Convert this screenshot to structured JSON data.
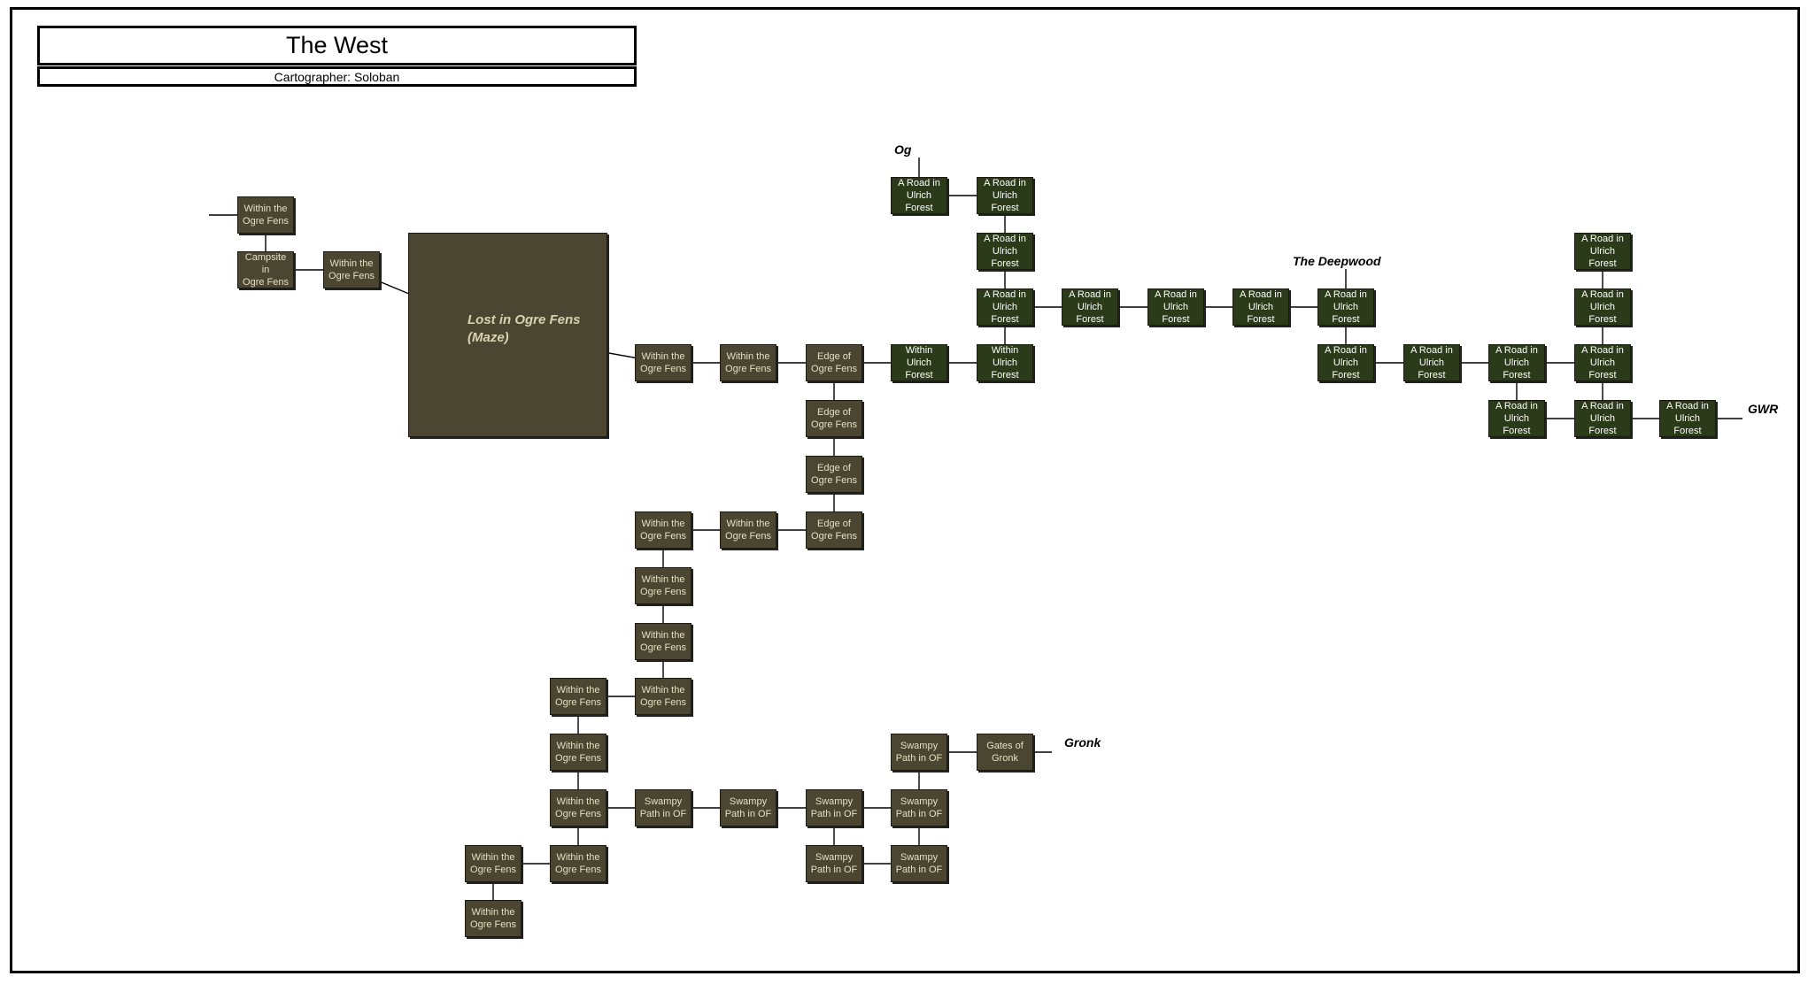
{
  "header": {
    "title": "The West",
    "subtitle": "Cartographer: Soloban"
  },
  "colors": {
    "fen": "#4a4631",
    "forest": "#2b3a18",
    "fen_text": "#e6dfc2",
    "forest_text": "#ffffff"
  },
  "labels": {
    "og": "Og",
    "deepwood": "The Deepwood",
    "gwr": "GWR",
    "gronk": "Gronk"
  },
  "rooms": [
    {
      "id": "r1",
      "label": "Within the\nOgre Fens",
      "kind": "fen"
    },
    {
      "id": "r2",
      "label": "Campsite in\nOgre Fens",
      "kind": "fen"
    },
    {
      "id": "r3",
      "label": "Within the\nOgre Fens",
      "kind": "fen"
    },
    {
      "id": "maze",
      "label": "Lost in Ogre Fens\n(Maze)",
      "kind": "maze"
    },
    {
      "id": "r4",
      "label": "Within the\nOgre Fens",
      "kind": "fen"
    },
    {
      "id": "r5",
      "label": "Within the\nOgre Fens",
      "kind": "fen"
    },
    {
      "id": "e1",
      "label": "Edge of\nOgre Fens",
      "kind": "fen"
    },
    {
      "id": "e2",
      "label": "Edge of\nOgre Fens",
      "kind": "fen"
    },
    {
      "id": "e3",
      "label": "Edge of\nOgre Fens",
      "kind": "fen"
    },
    {
      "id": "e4",
      "label": "Edge of\nOgre Fens",
      "kind": "fen"
    },
    {
      "id": "w1",
      "label": "Within the\nOgre Fens",
      "kind": "fen"
    },
    {
      "id": "w2",
      "label": "Within the\nOgre Fens",
      "kind": "fen"
    },
    {
      "id": "w3",
      "label": "Within the\nOgre Fens",
      "kind": "fen"
    },
    {
      "id": "w4",
      "label": "Within the\nOgre Fens",
      "kind": "fen"
    },
    {
      "id": "w5",
      "label": "Within the\nOgre Fens",
      "kind": "fen"
    },
    {
      "id": "w6",
      "label": "Within the\nOgre Fens",
      "kind": "fen"
    },
    {
      "id": "w7",
      "label": "Within the\nOgre Fens",
      "kind": "fen"
    },
    {
      "id": "w8",
      "label": "Within the\nOgre Fens",
      "kind": "fen"
    },
    {
      "id": "w9",
      "label": "Within the\nOgre Fens",
      "kind": "fen"
    },
    {
      "id": "w10",
      "label": "Within the\nOgre Fens",
      "kind": "fen"
    },
    {
      "id": "w11",
      "label": "Within the\nOgre Fens",
      "kind": "fen"
    },
    {
      "id": "s1",
      "label": "Swampy\nPath in OF",
      "kind": "fen"
    },
    {
      "id": "s2",
      "label": "Swampy\nPath in OF",
      "kind": "fen"
    },
    {
      "id": "s3",
      "label": "Swampy\nPath in OF",
      "kind": "fen"
    },
    {
      "id": "s4",
      "label": "Swampy\nPath in OF",
      "kind": "fen"
    },
    {
      "id": "s5",
      "label": "Swampy\nPath in OF",
      "kind": "fen"
    },
    {
      "id": "s6",
      "label": "Swampy\nPath in OF",
      "kind": "fen"
    },
    {
      "id": "s7",
      "label": "Swampy\nPath in OF",
      "kind": "fen"
    },
    {
      "id": "g1",
      "label": "Gates of\nGronk",
      "kind": "fen"
    },
    {
      "id": "f1",
      "label": "Within\nUlrich\nForest",
      "kind": "forest"
    },
    {
      "id": "f2",
      "label": "Within\nUlrich\nForest",
      "kind": "forest"
    },
    {
      "id": "a1",
      "label": "A Road in\nUlrich\nForest",
      "kind": "forest"
    },
    {
      "id": "a2",
      "label": "A Road in\nUlrich\nForest",
      "kind": "forest"
    },
    {
      "id": "a3",
      "label": "A Road in\nUlrich\nForest",
      "kind": "forest"
    },
    {
      "id": "a4",
      "label": "A Road in\nUlrich\nForest",
      "kind": "forest"
    },
    {
      "id": "a5",
      "label": "A Road in\nUlrich\nForest",
      "kind": "forest"
    },
    {
      "id": "a6",
      "label": "A Road in\nUlrich\nForest",
      "kind": "forest"
    },
    {
      "id": "a7",
      "label": "A Road in\nUlrich\nForest",
      "kind": "forest"
    },
    {
      "id": "a8",
      "label": "A Road in\nUlrich\nForest",
      "kind": "forest"
    },
    {
      "id": "a9",
      "label": "A Road in\nUlrich\nForest",
      "kind": "forest"
    },
    {
      "id": "a10",
      "label": "A Road in\nUlrich\nForest",
      "kind": "forest"
    },
    {
      "id": "a11",
      "label": "A Road in\nUlrich\nForest",
      "kind": "forest"
    },
    {
      "id": "a12",
      "label": "A Road in\nUlrich\nForest",
      "kind": "forest"
    },
    {
      "id": "a13",
      "label": "A Road in\nUlrich\nForest",
      "kind": "forest"
    },
    {
      "id": "a14",
      "label": "A Road in\nUlrich\nForest",
      "kind": "forest"
    },
    {
      "id": "a15",
      "label": "A Road in\nUlrich\nForest",
      "kind": "forest"
    },
    {
      "id": "a16",
      "label": "A Road in\nUlrich\nForest",
      "kind": "forest"
    }
  ],
  "connections": [
    [
      "r1",
      "r2"
    ],
    [
      "r2",
      "r3"
    ],
    [
      "r3",
      "maze"
    ],
    [
      "maze",
      "r4"
    ],
    [
      "r4",
      "r5"
    ],
    [
      "r5",
      "e1"
    ],
    [
      "e1",
      "f1"
    ],
    [
      "f1",
      "f2"
    ],
    [
      "e1",
      "e2"
    ],
    [
      "e2",
      "e3"
    ],
    [
      "e3",
      "e4"
    ],
    [
      "e4",
      "w2"
    ],
    [
      "w2",
      "w1"
    ],
    [
      "w1",
      "w3"
    ],
    [
      "w3",
      "w4"
    ],
    [
      "w4",
      "w5"
    ],
    [
      "w5",
      "w6"
    ],
    [
      "w6",
      "w7"
    ],
    [
      "w7",
      "w8"
    ],
    [
      "w8",
      "w9"
    ],
    [
      "w9",
      "w10"
    ],
    [
      "w10",
      "w11"
    ],
    [
      "w8",
      "s1"
    ],
    [
      "s1",
      "s2"
    ],
    [
      "s2",
      "s3"
    ],
    [
      "s3",
      "s4"
    ],
    [
      "s3",
      "s6"
    ],
    [
      "s4",
      "s5"
    ],
    [
      "s6",
      "s7"
    ],
    [
      "s5",
      "g1"
    ],
    [
      "s4",
      "s7"
    ],
    [
      "f2",
      "a4"
    ],
    [
      "a4",
      "a3"
    ],
    [
      "a3",
      "a2"
    ],
    [
      "a2",
      "a1"
    ],
    [
      "a4",
      "a5"
    ],
    [
      "a5",
      "a6"
    ],
    [
      "a6",
      "a7"
    ],
    [
      "a7",
      "a8"
    ],
    [
      "a8",
      "a9"
    ],
    [
      "a9",
      "a10"
    ],
    [
      "a10",
      "a11"
    ],
    [
      "a11",
      "a12"
    ],
    [
      "a12",
      "a13"
    ],
    [
      "a13",
      "a14"
    ],
    [
      "a11",
      "a15"
    ],
    [
      "a15",
      "a16"
    ],
    [
      "a16",
      "a12"
    ]
  ]
}
